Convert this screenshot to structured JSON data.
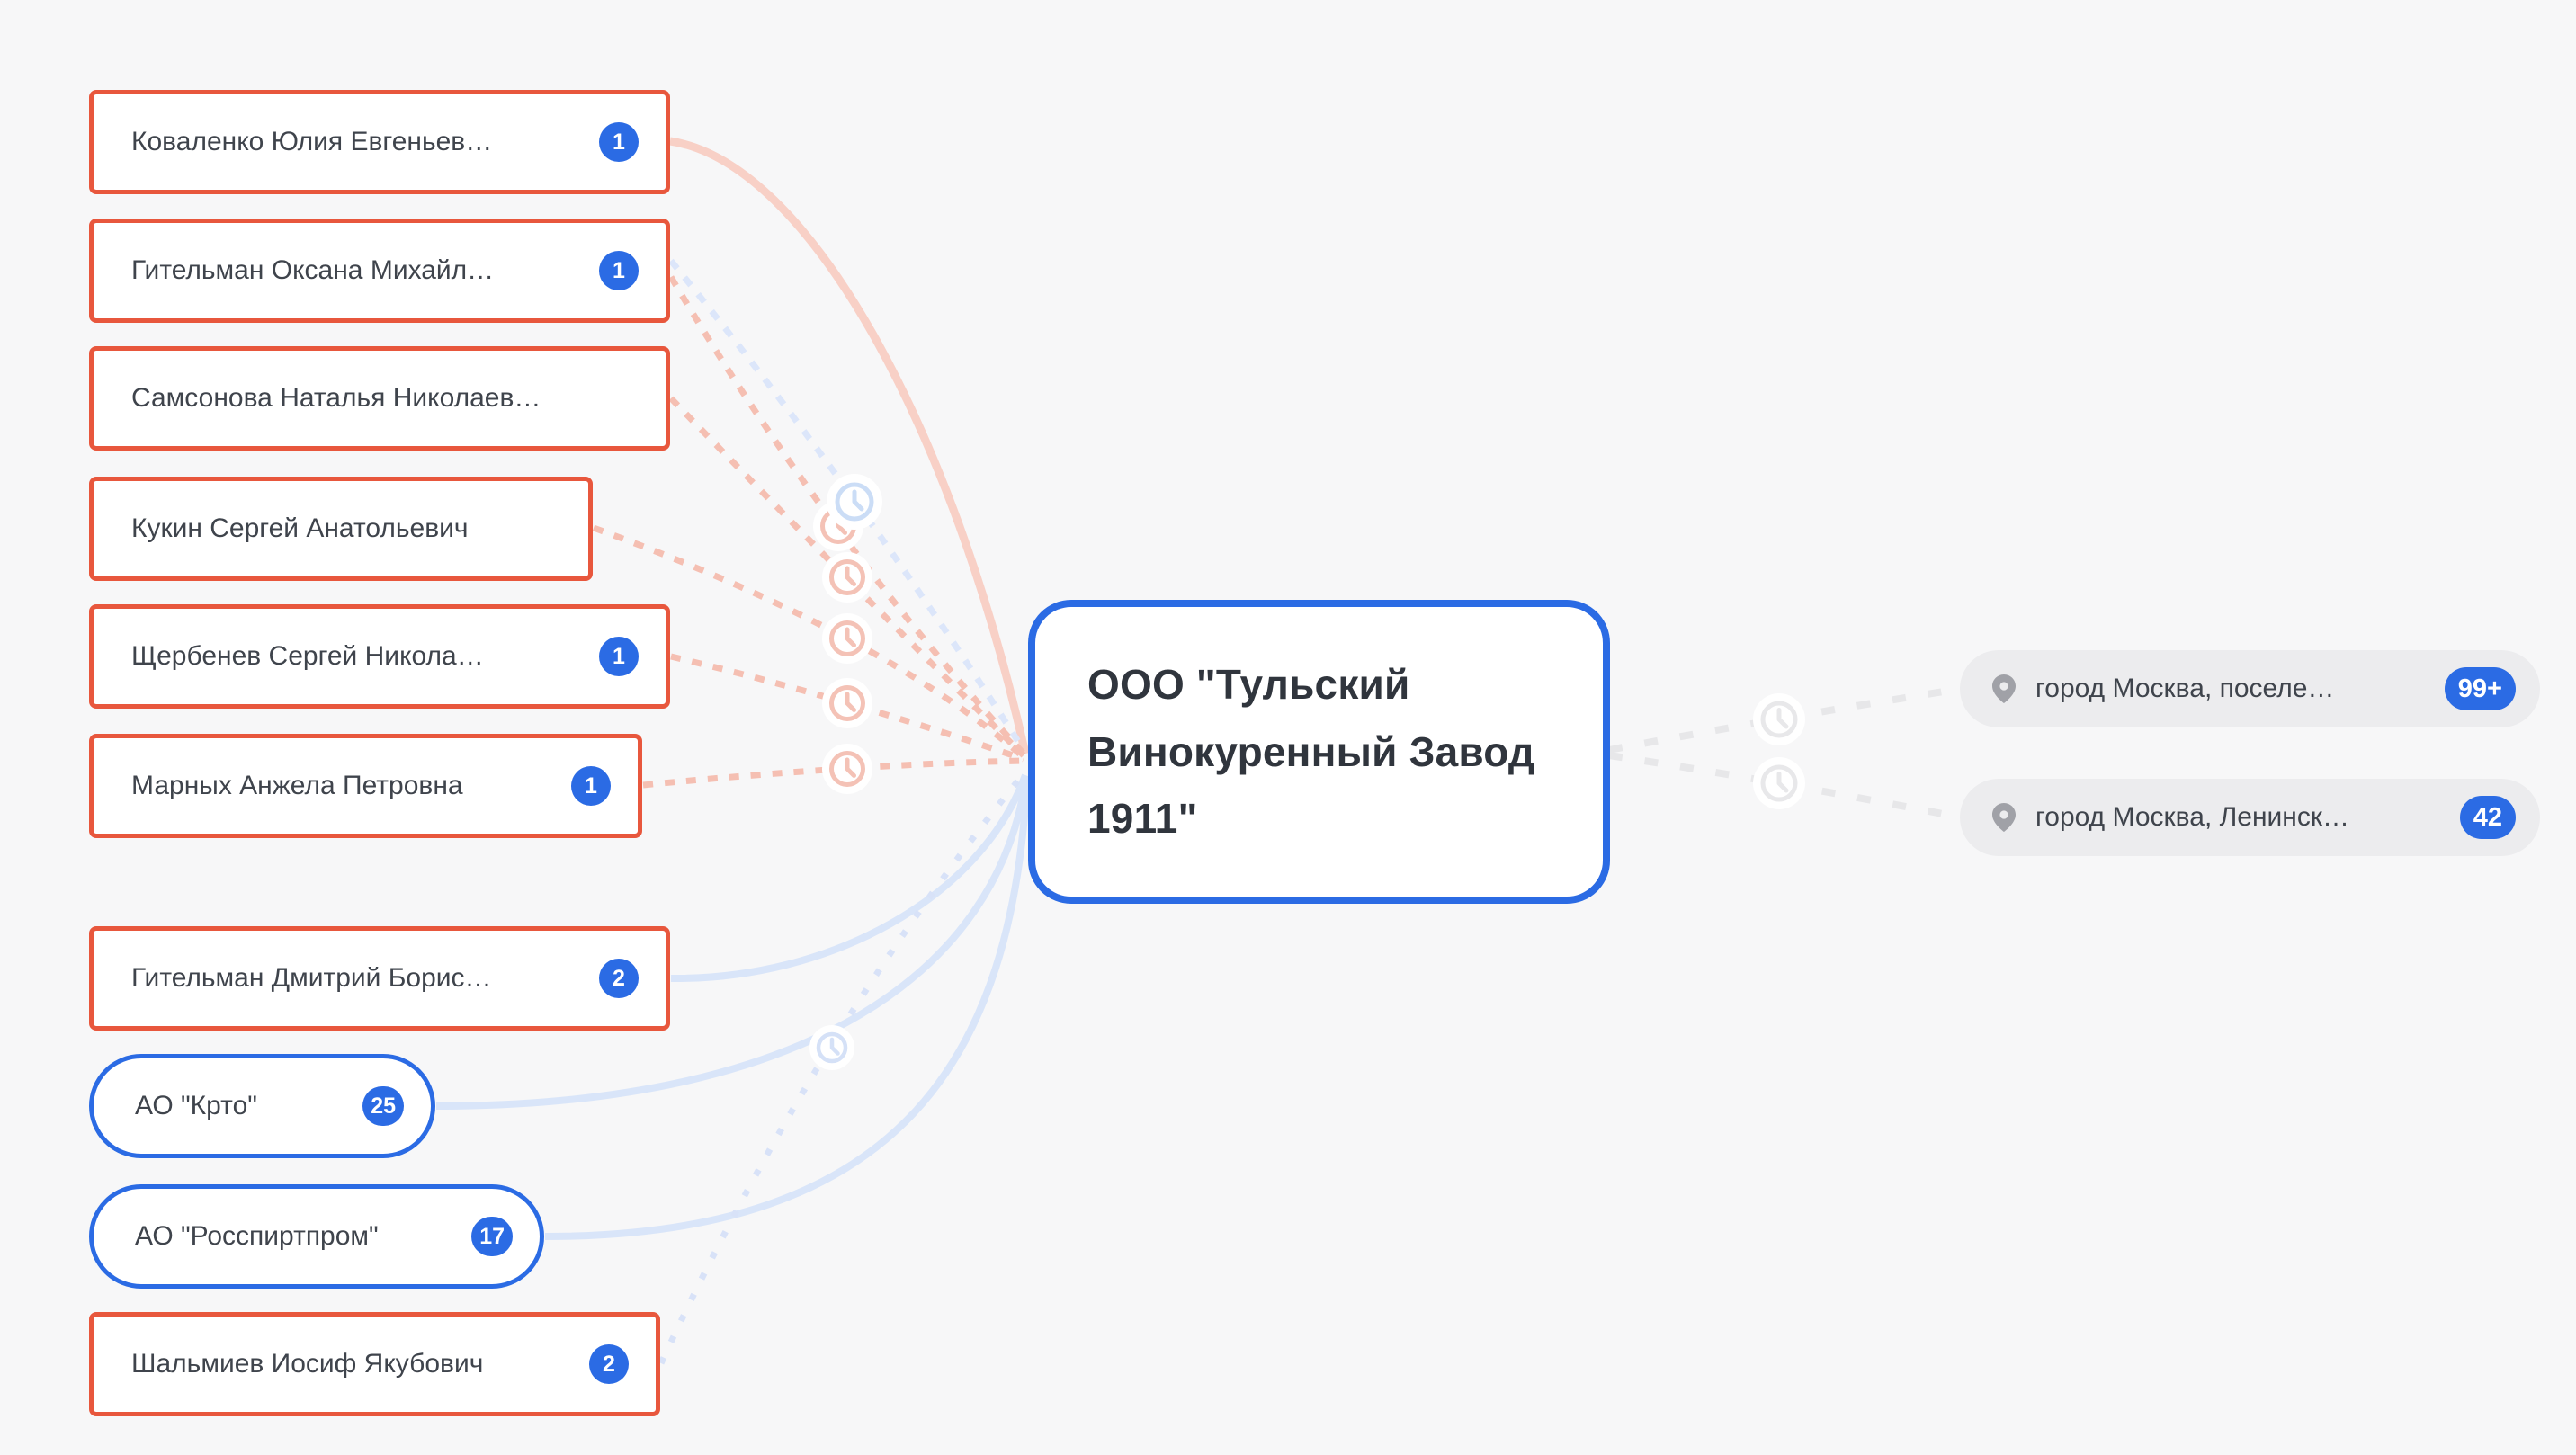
{
  "graph": {
    "center": {
      "label": "ООО \"Тульский Винокуренный Завод 1911\""
    },
    "left_nodes": [
      {
        "label": "Коваленко Юлия Евгеньев…",
        "badge": "1"
      },
      {
        "label": "Гительман Оксана Михайл…",
        "badge": "1"
      },
      {
        "label": "Самсонова Наталья Николаев…",
        "badge": ""
      },
      {
        "label": "Кукин Сергей Анатольевич",
        "badge": ""
      },
      {
        "label": "Щербенев Сергей Никола…",
        "badge": "1"
      },
      {
        "label": "Марных Анжела Петровна",
        "badge": "1"
      },
      {
        "label": "Гительман Дмитрий Борис…",
        "badge": "2"
      },
      {
        "label": "АО \"Крто\"",
        "badge": "25"
      },
      {
        "label": "АО \"Росспиртпром\"",
        "badge": "17"
      },
      {
        "label": "Шальмиев Иосиф Якубович",
        "badge": "2"
      }
    ],
    "locations": [
      {
        "label": "город Москва, поселе…",
        "badge": "99+"
      },
      {
        "label": "город Москва, Ленинск…",
        "badge": "42"
      }
    ],
    "icons": {
      "clock": "clock-icon",
      "location_pin": "location-pin-icon"
    },
    "colors": {
      "accent_blue": "#2B6BE4",
      "accent_red": "#E8573D",
      "node_text": "#3F444C",
      "edge_salmon": "#F5BFB2",
      "edge_blue": "#D9E5F9",
      "edge_gray": "#E7E7E9",
      "background": "#F7F7F8",
      "location_bg": "#ECECEE"
    }
  }
}
